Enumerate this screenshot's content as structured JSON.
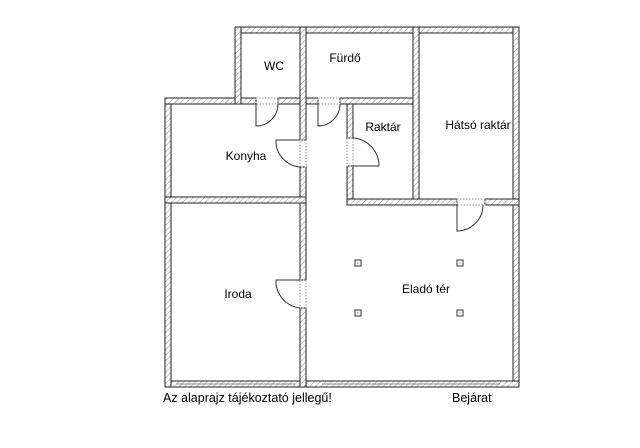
{
  "rooms": {
    "wc": "WC",
    "furdo": "Fürdő",
    "raktar": "Raktár",
    "hatso_raktar": "Hátsó raktár",
    "konyha": "Konyha",
    "iroda": "Iroda",
    "elado_ter": "Eladó tér"
  },
  "footer": {
    "disclaimer": "Az alaprajz tájékoztató jellegű!",
    "entrance": "Bejárat"
  }
}
